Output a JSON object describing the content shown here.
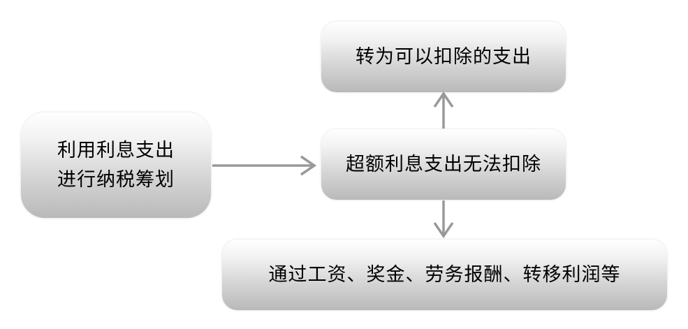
{
  "nodes": {
    "source": {
      "line1": "利用利息支出",
      "line2": "进行纳税筹划"
    },
    "middle": {
      "label": "超额利息支出无法扣除"
    },
    "top": {
      "label": "转为可以扣除的支出"
    },
    "bottom": {
      "label": "通过工资、奖金、劳务报酬、转移利润等"
    }
  },
  "colors": {
    "arrow": "#999999",
    "text": "#000000",
    "box_light": "#ffffff",
    "box_dark": "#b9b9b9"
  }
}
